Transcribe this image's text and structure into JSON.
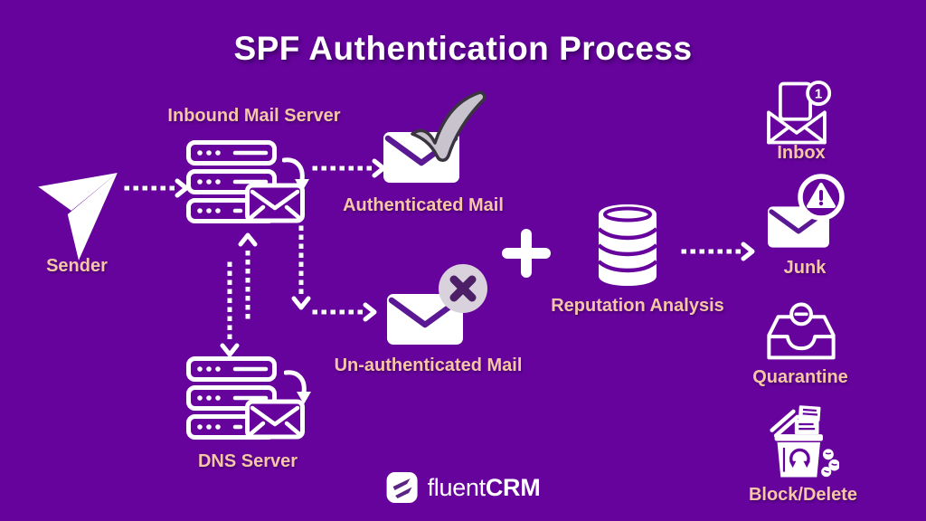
{
  "title": "SPF Authentication Process",
  "colors": {
    "background": "#66039D",
    "label": "#F6C6A6",
    "white": "#FFFFFF",
    "envelope_flap": "#5B1894",
    "check_fill": "#C8C3CD",
    "check_stroke": "#39343F",
    "x_circle_bg": "#D9D2DC",
    "x_mark": "#4C1F66",
    "logo_glyph": "#5C2387"
  },
  "nodes": {
    "sender": {
      "label": "Sender"
    },
    "inbound_server": {
      "label": "Inbound Mail Server"
    },
    "authenticated_mail": {
      "label": "Authenticated Mail"
    },
    "unauthenticated_mail": {
      "label": "Un-authenticated Mail"
    },
    "dns_server": {
      "label": "DNS Server"
    },
    "reputation": {
      "label": "Reputation Analysis"
    },
    "inbox": {
      "label": "Inbox",
      "badge": "1"
    },
    "junk": {
      "label": "Junk"
    },
    "quarantine": {
      "label": "Quarantine"
    },
    "block_delete": {
      "label": "Block/Delete"
    }
  },
  "logo": {
    "regular": "fluent",
    "bold": "CRM"
  }
}
